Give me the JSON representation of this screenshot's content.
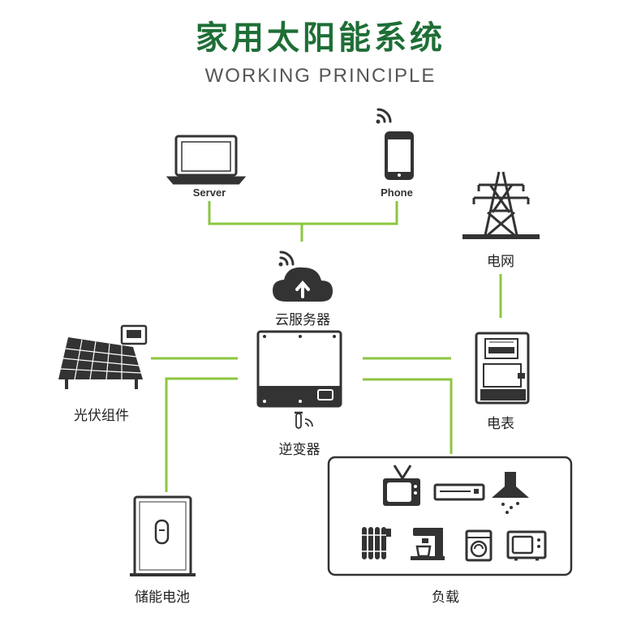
{
  "title": "家用太阳能系统",
  "subtitle": "WORKING PRINCIPLE",
  "nodes": {
    "server": "Server",
    "phone": "Phone",
    "cloud": "云服务器",
    "grid": "电网",
    "pv": "光伏组件",
    "inverter": "逆变器",
    "meter": "电表",
    "battery": "储能电池",
    "load": "负载"
  },
  "colors": {
    "title": "#1e6e36",
    "connector": "#8cc63f",
    "icon": "#333333"
  }
}
